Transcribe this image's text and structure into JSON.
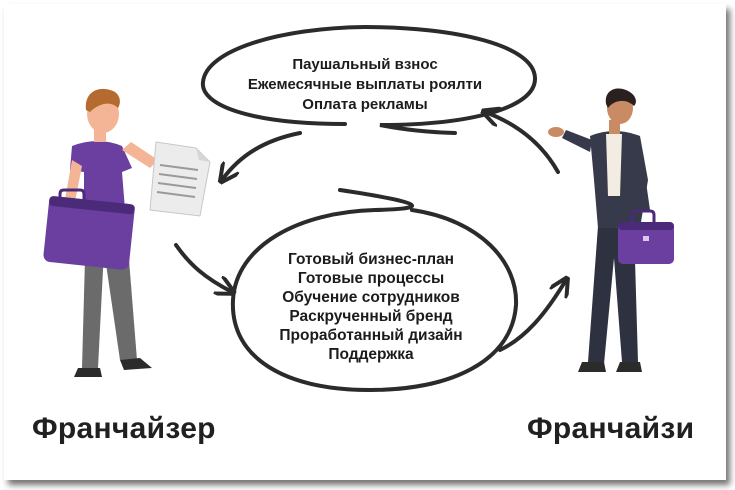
{
  "franchisor_offer": {
    "items": [
      "Паушальный взнос",
      "Ежемесячные выплаты роялти",
      "Оплата рекламы"
    ]
  },
  "franchisee_benefits": {
    "items": [
      "Готовый бизнес-план",
      "Готовые процессы",
      "Обучение сотрудников",
      "Раскрученный бренд",
      "Проработанный дизайн",
      "Поддержка"
    ]
  },
  "labels": {
    "franchisor": "Франчайзер",
    "franchisee": "Франчайзи"
  },
  "colors": {
    "purple": "#6a3fa0",
    "purple_dark": "#4b2a7a",
    "stroke": "#2b2b2b",
    "text": "#1c1c1c"
  }
}
